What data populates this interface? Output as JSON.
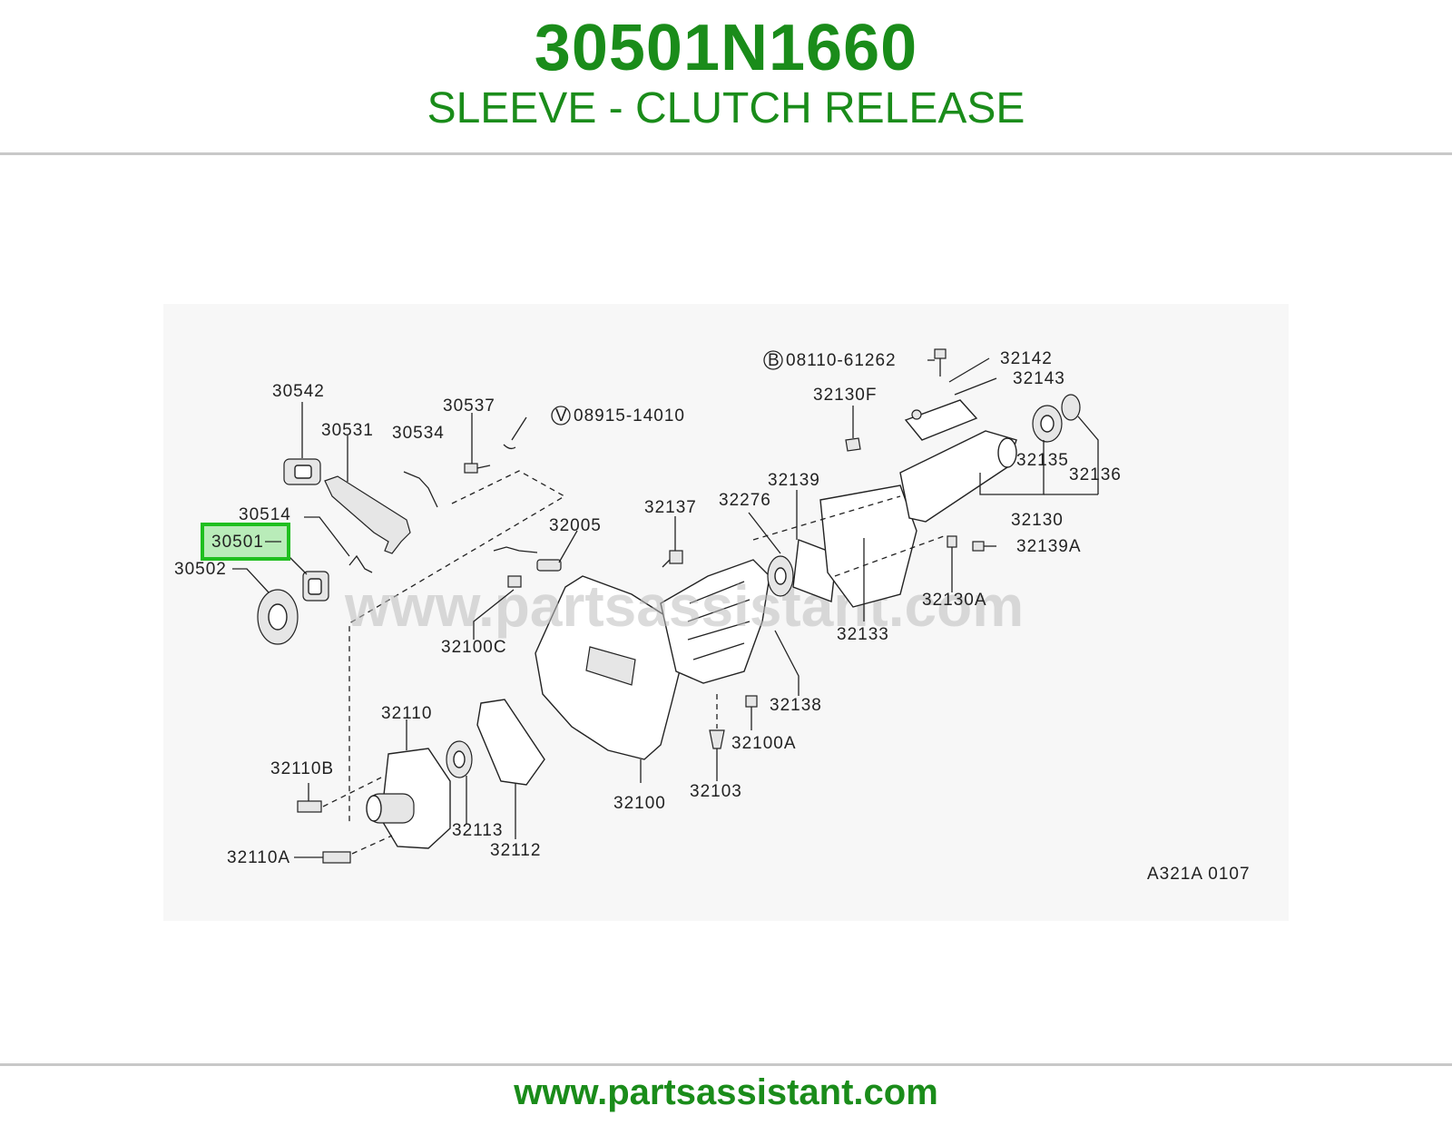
{
  "header": {
    "part_number": "30501N1660",
    "description": "SLEEVE - CLUTCH RELEASE"
  },
  "diagram": {
    "highlighted_part": "30501",
    "highlight_color": "#1fbf1f",
    "watermark": "www.partsassistant.com",
    "code": "A321A 0107",
    "labels": {
      "p30542": "30542",
      "p30531": "30531",
      "p30534": "30534",
      "p30537": "30537",
      "p08915": "08915-14010",
      "p08915_mark": "V",
      "p30514": "30514",
      "p30501": "30501",
      "p30502": "30502",
      "p32005": "32005",
      "p32137": "32137",
      "p32276": "32276",
      "p32139": "32139",
      "p32130F": "32130F",
      "p08110": "08110-61262",
      "p08110_mark": "B",
      "p32142": "32142",
      "p32143": "32143",
      "p32135": "32135",
      "p32136": "32136",
      "p32130": "32130",
      "p32139A": "32139A",
      "p32130A": "32130A",
      "p32133": "32133",
      "p32100C": "32100C",
      "p32138": "32138",
      "p32100A": "32100A",
      "p32103": "32103",
      "p32100": "32100",
      "p32110": "32110",
      "p32110B": "32110B",
      "p32113": "32113",
      "p32112": "32112",
      "p32110A": "32110A"
    }
  },
  "footer": {
    "url": "www.partsassistant.com"
  }
}
